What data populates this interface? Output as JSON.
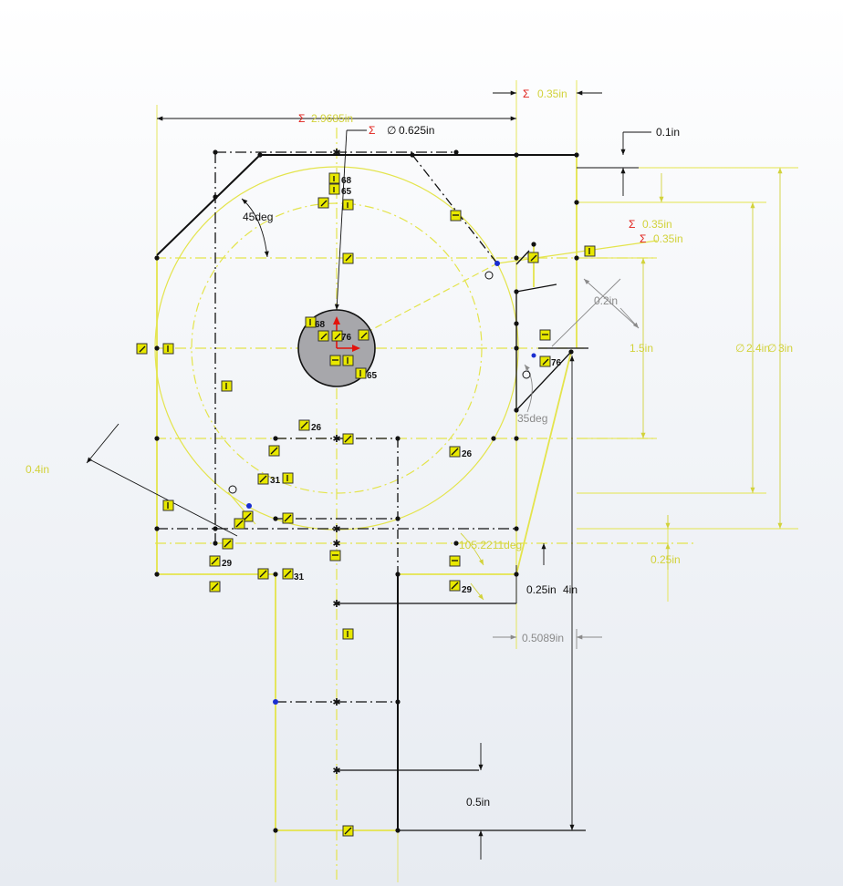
{
  "colors": {
    "sketch_yellow": "#e4e44c",
    "sketch_black": "#111111",
    "dim_dark": "#111111",
    "dim_yellow": "#b5b52a",
    "dim_grey": "#8a8a8a",
    "driven_red": "#e0201a",
    "relation_box": "#e8e800",
    "hole_fill": "#a7a7ab",
    "blue_point": "#1a2ed0",
    "marker_red": "#e3120b"
  },
  "dimensions": {
    "width_top": "2.9685in",
    "chamfer_offset": "0.35in",
    "hole_dia": "0.625in",
    "top_gap": "0.1in",
    "chamfer_angle": "45deg",
    "side_offset_a": "0.35in",
    "side_offset_b": "0.35in",
    "slot_gap": "0.2in",
    "dia_inner": "2.4in",
    "dia_outer": "3in",
    "height_mid": "1.5in",
    "angle_35": "35deg",
    "width_04": "0.4in",
    "angle_105": "105.2211deg",
    "height_025_right": "0.25in",
    "height_025": "0.25in",
    "height_4": "4in",
    "width_05089": "0.5089in",
    "stem_05": "0.5in",
    "sigma": "Σ",
    "phi": "∅"
  },
  "relations": {
    "r68a": "68",
    "r65a": "65",
    "r68b": "68",
    "r76a": "76",
    "r65b": "65",
    "r76b": "76",
    "r26a": "26",
    "r26b": "26",
    "r31a": "31",
    "r31b": "31",
    "r29a": "29",
    "r29b": "29"
  }
}
